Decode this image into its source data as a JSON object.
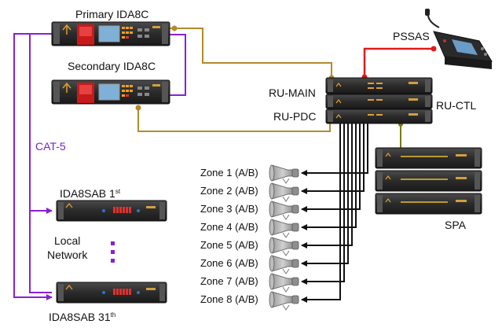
{
  "labels": {
    "primary": "Primary IDA8C",
    "secondary": "Secondary IDA8C",
    "pssas": "PSSAS",
    "ru_main": "RU-MAIN",
    "ru_ctl": "RU-CTL",
    "ru_pdc": "RU-PDC",
    "cat5": "CAT-5",
    "sab_first": "IDA8SAB 1",
    "sab_first_sup": "st",
    "sab_last": "IDA8SAB 31",
    "sab_last_sup": "th",
    "local_network": "Local\nNetwork",
    "spa": "SPA"
  },
  "zones": [
    "Zone 1 (A/B)",
    "Zone 2 (A/B)",
    "Zone 3 (A/B)",
    "Zone 4 (A/B)",
    "Zone 5 (A/B)",
    "Zone 6 (A/B)",
    "Zone 7 (A/B)",
    "Zone 8 (A/B)"
  ],
  "colors": {
    "cat5_line": "#8a1fd6",
    "gold_line": "#b58a2c",
    "red_line": "#e01a1a",
    "olive_line": "#7a7a1a",
    "speaker_line": "#111111",
    "rack_body": "#2a2a2a"
  }
}
